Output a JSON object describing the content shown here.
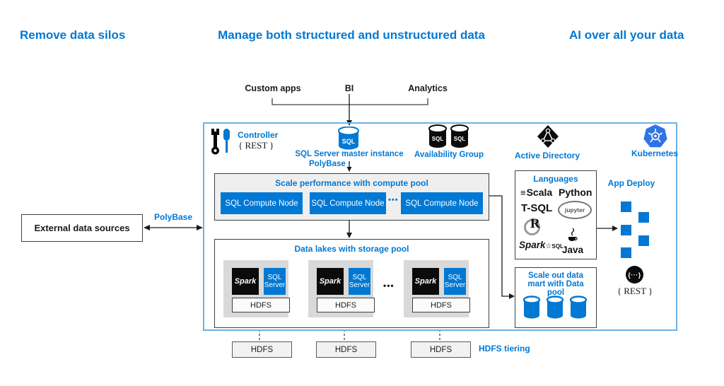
{
  "colors": {
    "accent": "#0078D4",
    "main_border": "#6CB2E5",
    "kubernetes_blue": "#3074E3",
    "box_border": "#404040",
    "group_gray": "#D9D9D9",
    "pool_gray": "#EFEFEF"
  },
  "headers": {
    "left": "Remove data silos",
    "center": "Manage both structured and unstructured data",
    "right": "AI over all your data"
  },
  "top": {
    "custom_apps": "Custom apps",
    "bi": "BI",
    "analytics": "Analytics"
  },
  "controller": {
    "label": "Controller",
    "rest": "{ REST }"
  },
  "master": {
    "icon_text": "SQL",
    "label": "SQL Server master instance",
    "polybase": "PolyBase"
  },
  "availability": {
    "icon1_text": "SQL",
    "icon2_text": "SQL",
    "label": "Availability Group"
  },
  "active_directory": {
    "label": "Active Directory"
  },
  "kubernetes": {
    "label": "Kubernetes"
  },
  "compute_pool": {
    "title": "Scale performance with compute pool",
    "nodes": [
      "SQL Compute Node",
      "SQL Compute Node",
      "SQL Compute Node"
    ],
    "ellipsis": "•••"
  },
  "storage_pool": {
    "title": "Data lakes with storage pool",
    "ellipsis": "•••",
    "groups": [
      {
        "spark": "Spark",
        "sql_line1": "SQL",
        "sql_line2": "Server",
        "hdfs": "HDFS"
      },
      {
        "spark": "Spark",
        "sql_line1": "SQL",
        "sql_line2": "Server",
        "hdfs": "HDFS"
      },
      {
        "spark": "Spark",
        "sql_line1": "SQL",
        "sql_line2": "Server",
        "hdfs": "HDFS"
      }
    ]
  },
  "languages": {
    "title": "Languages",
    "scala": "Scala",
    "python": "Python",
    "tsql": "T-SQL",
    "jupyter": "jupyter",
    "r": "R",
    "spark": "Spark",
    "spark_sql": "SQL",
    "java": "Java"
  },
  "data_mart": {
    "title": "Scale out data mart with Data pool"
  },
  "app_deploy": {
    "label": "App Deploy"
  },
  "rest_api": {
    "label": "{ REST }"
  },
  "external": {
    "label": "External data sources",
    "polybase": "PolyBase"
  },
  "hdfs_tier": {
    "box1": "HDFS",
    "box2": "HDFS",
    "box3": "HDFS",
    "label": "HDFS tiering"
  },
  "icons": {
    "scala_bars": "≡",
    "spark_star": "☆",
    "rest_braces": "{···}"
  }
}
